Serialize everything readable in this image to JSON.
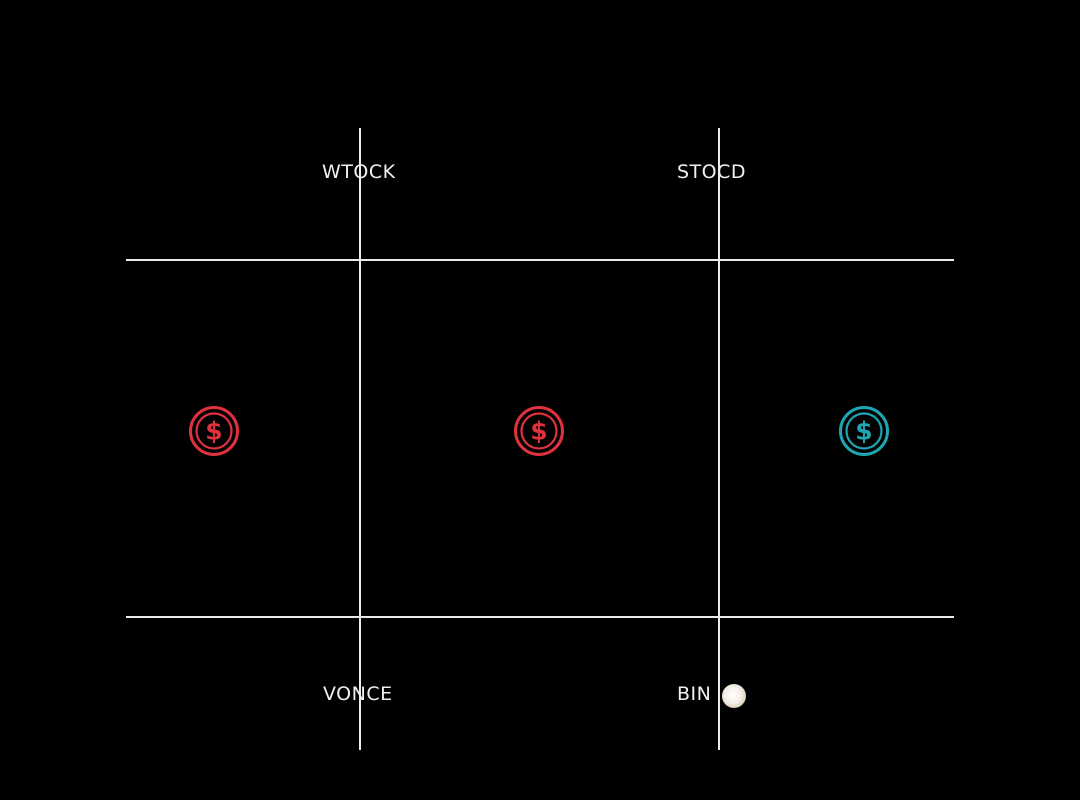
{
  "labels": {
    "top_left": "WTOCK",
    "top_right": "STOCD",
    "bottom_left": "VONCE",
    "bottom_right": "BIN"
  },
  "coins": [
    {
      "icon": "dollar-circle-icon",
      "color": "#e0323e"
    },
    {
      "icon": "dollar-circle-icon",
      "color": "#e0323e"
    },
    {
      "icon": "dollar-circle-icon",
      "color": "#1fa6b3"
    }
  ],
  "colors": {
    "background": "#000000",
    "grid_line": "#e9ecef",
    "text": "#eef1f4",
    "red": "#e0323e",
    "teal": "#1fa6b3"
  }
}
